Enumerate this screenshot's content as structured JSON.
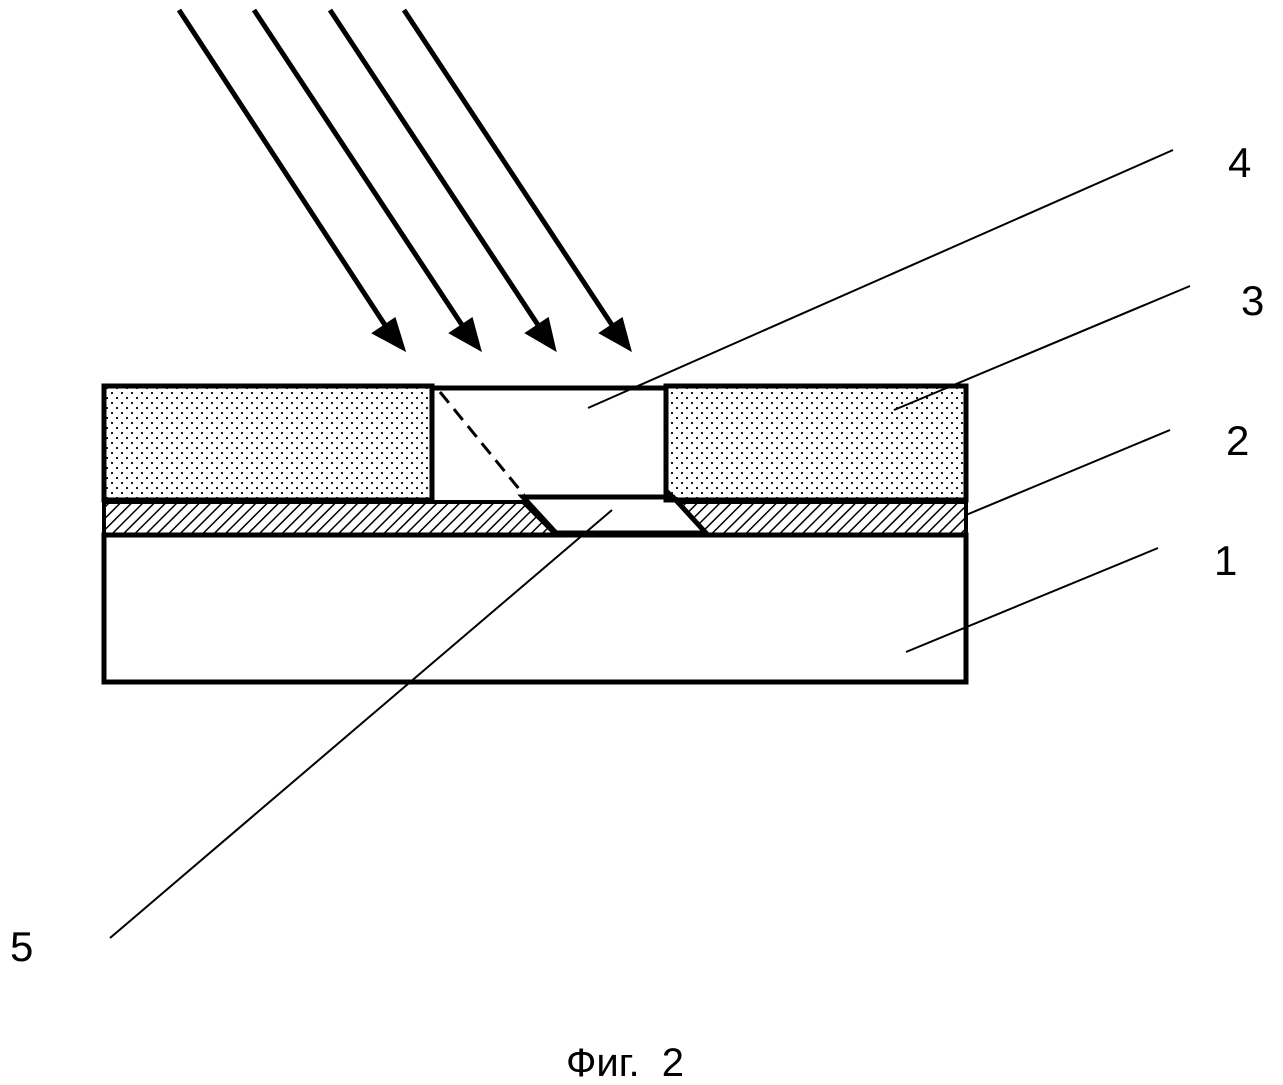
{
  "figure": {
    "caption": "Фиг.  2",
    "callouts": {
      "substrate": "1",
      "interlayer": "2",
      "top_layer": "3",
      "window": "4",
      "channel": "5"
    }
  },
  "colors": {
    "stroke": "#000000",
    "background": "#ffffff"
  }
}
